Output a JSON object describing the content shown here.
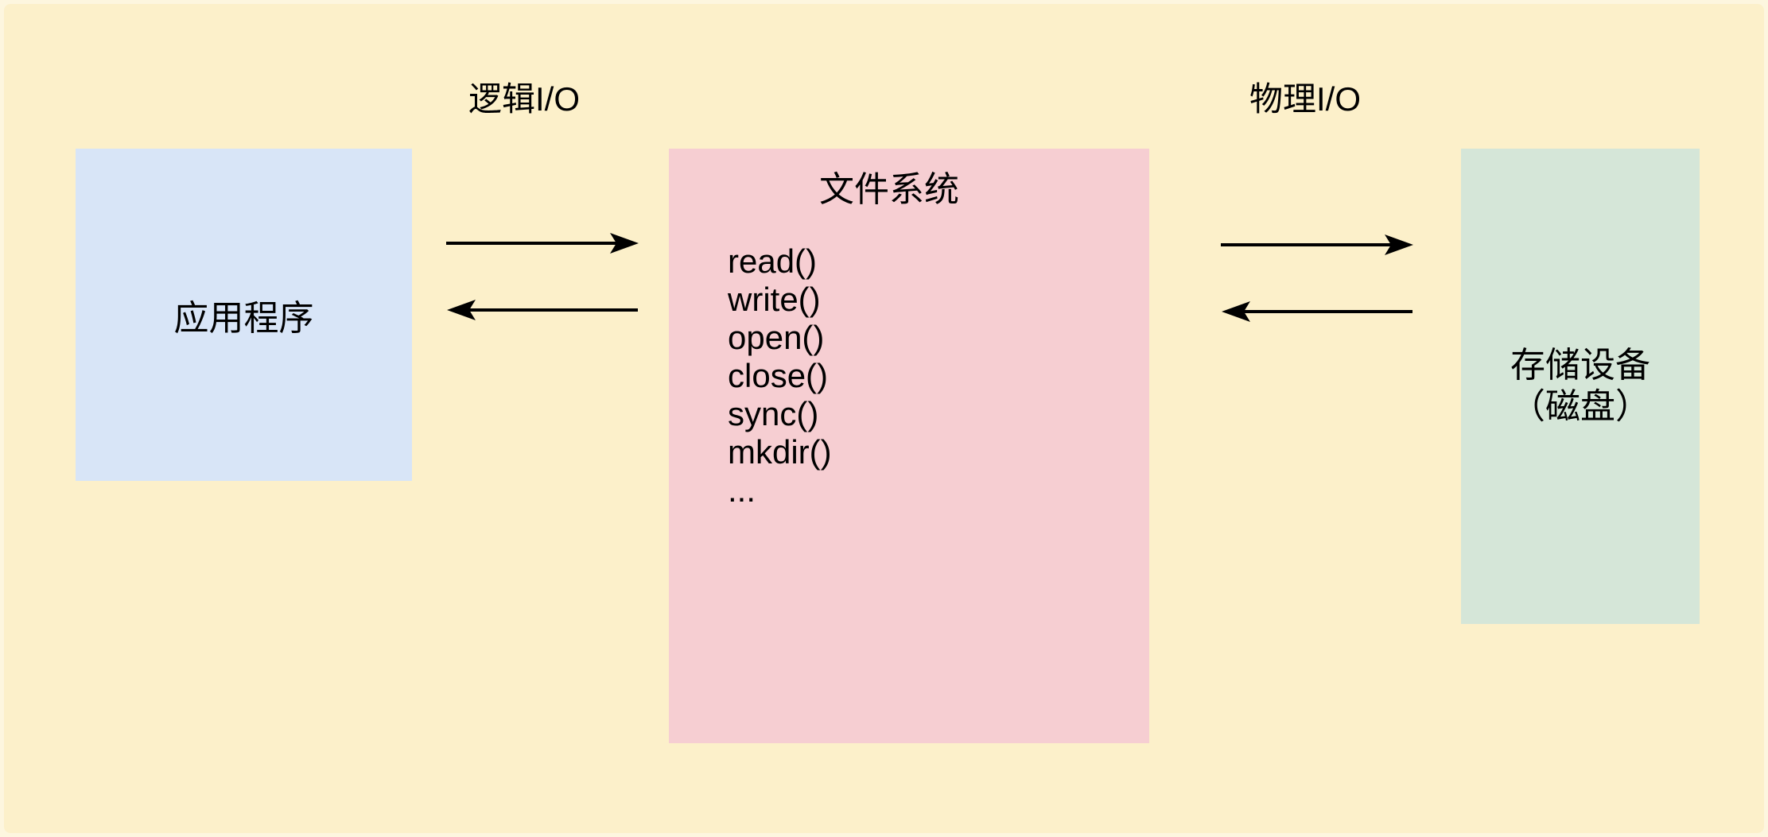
{
  "canvas": {
    "background_color": "#fcf0ca",
    "edge_color": "#fdf6df",
    "text_color": "#000000"
  },
  "labels": {
    "logical_io": "逻辑I/O",
    "physical_io": "物理I/O"
  },
  "boxes": {
    "application": {
      "label": "应用程序",
      "color": "#d8e5f7"
    },
    "filesystem": {
      "title": "文件系统",
      "color": "#f6ced2",
      "operations": [
        "read()",
        "write()",
        "open()",
        "close()",
        "sync()",
        "mkdir()",
        "..."
      ]
    },
    "storage": {
      "label_line1": "存储设备",
      "label_line2": "（磁盘）",
      "color": "#d5e6d8"
    }
  }
}
